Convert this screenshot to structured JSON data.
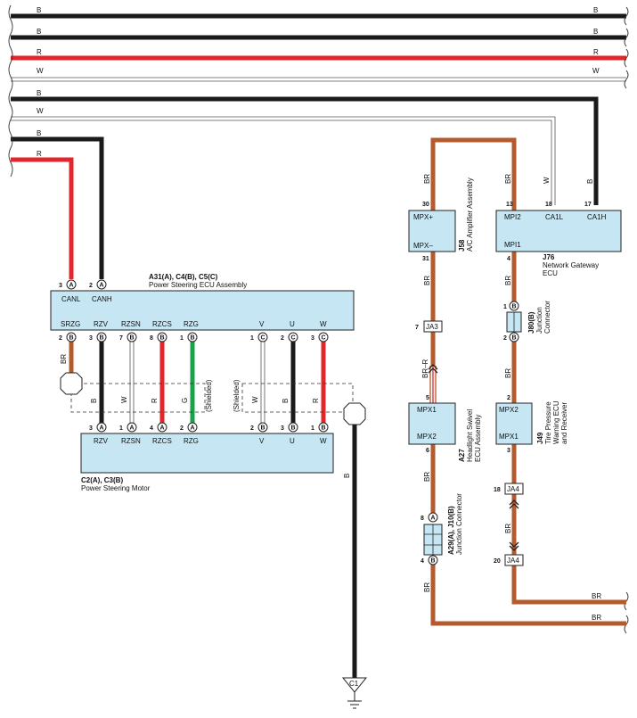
{
  "colors": {
    "B": "#1a1a1a",
    "R": "#e3262b",
    "W": "#ffffff",
    "BR": "#b35a2e",
    "G": "#1aa24a",
    "box": "#c6e6f3"
  },
  "bus_wires": {
    "row1": "B",
    "row2": "B",
    "row3": "R",
    "row4": "W",
    "row5": "B",
    "row6": "W",
    "row7": "B",
    "row8": "R"
  },
  "ecu": {
    "name": "A31(A), C4(B), C5(C)",
    "desc": "Power Steering ECU Assembly",
    "top_pins": [
      {
        "num": "3",
        "conn": "A",
        "label": "CANL"
      },
      {
        "num": "2",
        "conn": "A",
        "label": "CANH"
      }
    ],
    "bottom_pins": [
      {
        "num": "2",
        "conn": "B",
        "label": "SRZG"
      },
      {
        "num": "3",
        "conn": "B",
        "label": "RZV"
      },
      {
        "num": "7",
        "conn": "B",
        "label": "RZSN"
      },
      {
        "num": "8",
        "conn": "B",
        "label": "RZCS"
      },
      {
        "num": "1",
        "conn": "B",
        "label": "RZG"
      },
      {
        "num": "1",
        "conn": "C",
        "label": "V"
      },
      {
        "num": "2",
        "conn": "C",
        "label": "U"
      },
      {
        "num": "3",
        "conn": "C",
        "label": "W"
      }
    ]
  },
  "motor": {
    "name": "C2(A), C3(B)",
    "desc": "Power Steering Motor",
    "pins": [
      {
        "num": "3",
        "conn": "A",
        "label": "RZV"
      },
      {
        "num": "1",
        "conn": "A",
        "label": "RZSN"
      },
      {
        "num": "4",
        "conn": "A",
        "label": "RZCS"
      },
      {
        "num": "2",
        "conn": "A",
        "label": "RZG"
      },
      {
        "num": "2",
        "conn": "B",
        "label": "V"
      },
      {
        "num": "3",
        "conn": "B",
        "label": "U"
      },
      {
        "num": "1",
        "conn": "B",
        "label": "W"
      }
    ]
  },
  "wire_labels": {
    "srzg": "BR",
    "rzv": "B",
    "rzsn": "W",
    "rzcs": "R",
    "rzg": "G",
    "v": "W",
    "u": "B",
    "w": "R",
    "shielded": "(Shielded)",
    "ground": "B",
    "canl": "R",
    "canh": "B"
  },
  "ground": {
    "label": "C1"
  },
  "amp": {
    "name": "J58",
    "desc": "A/C Amplifier Assembly",
    "pin_top": "30",
    "pin_bottom": "31",
    "label_top": "MPX+",
    "label_bottom": "MPX–"
  },
  "gateway": {
    "name": "J76",
    "desc1": "Network Gateway",
    "desc2": "ECU",
    "pins": [
      {
        "num": "13",
        "label": "MPI2"
      },
      {
        "num": "18",
        "label": "CA1L"
      },
      {
        "num": "17",
        "label": "CA1H"
      }
    ],
    "bottom_label": "MPI1",
    "bottom_pin": "4"
  },
  "ja3": {
    "pin": "7",
    "label": "JA3"
  },
  "ja4a": {
    "pin": "18",
    "label": "JA4"
  },
  "ja4b": {
    "pin": "20",
    "label": "JA4"
  },
  "swivel": {
    "name": "A27",
    "desc1": "Headlight Swivel",
    "desc2": "ECU Assembly",
    "pin_top": "5",
    "pin_bottom": "6",
    "label_top": "MPX1",
    "label_bottom": "MPX2"
  },
  "tpw": {
    "name": "J49",
    "desc1": "Tire Pressure",
    "desc2": "Warning ECU",
    "desc3": "and Receiver",
    "pin_top": "2",
    "pin_bottom": "3",
    "label_top": "MPX2",
    "label_bottom": "MPX1"
  },
  "j80": {
    "name": "J80(B)",
    "desc1": "Junction",
    "desc2": "Connector",
    "pin_top": "1",
    "pin_bottom": "2",
    "conn": "B"
  },
  "a29": {
    "name": "A29(A), J10(B)",
    "desc": "Junction Connector",
    "pin_top": "8",
    "pin_bottom": "4",
    "conn_top": "A",
    "conn_bottom": "B"
  },
  "right_wires": {
    "amp_in": "BR",
    "amp_out": "BR",
    "swivel_in": "BR_R",
    "swivel_out": "BR",
    "a29_out": "BR",
    "mpi2": "BR",
    "ca1l": "W",
    "ca1h": "B",
    "gw_out": "BR",
    "j80_out": "BR",
    "tpw_out": "BR",
    "bus_br1": "BR",
    "bus_br2": "BR",
    "br_r_text": "BR–R"
  }
}
